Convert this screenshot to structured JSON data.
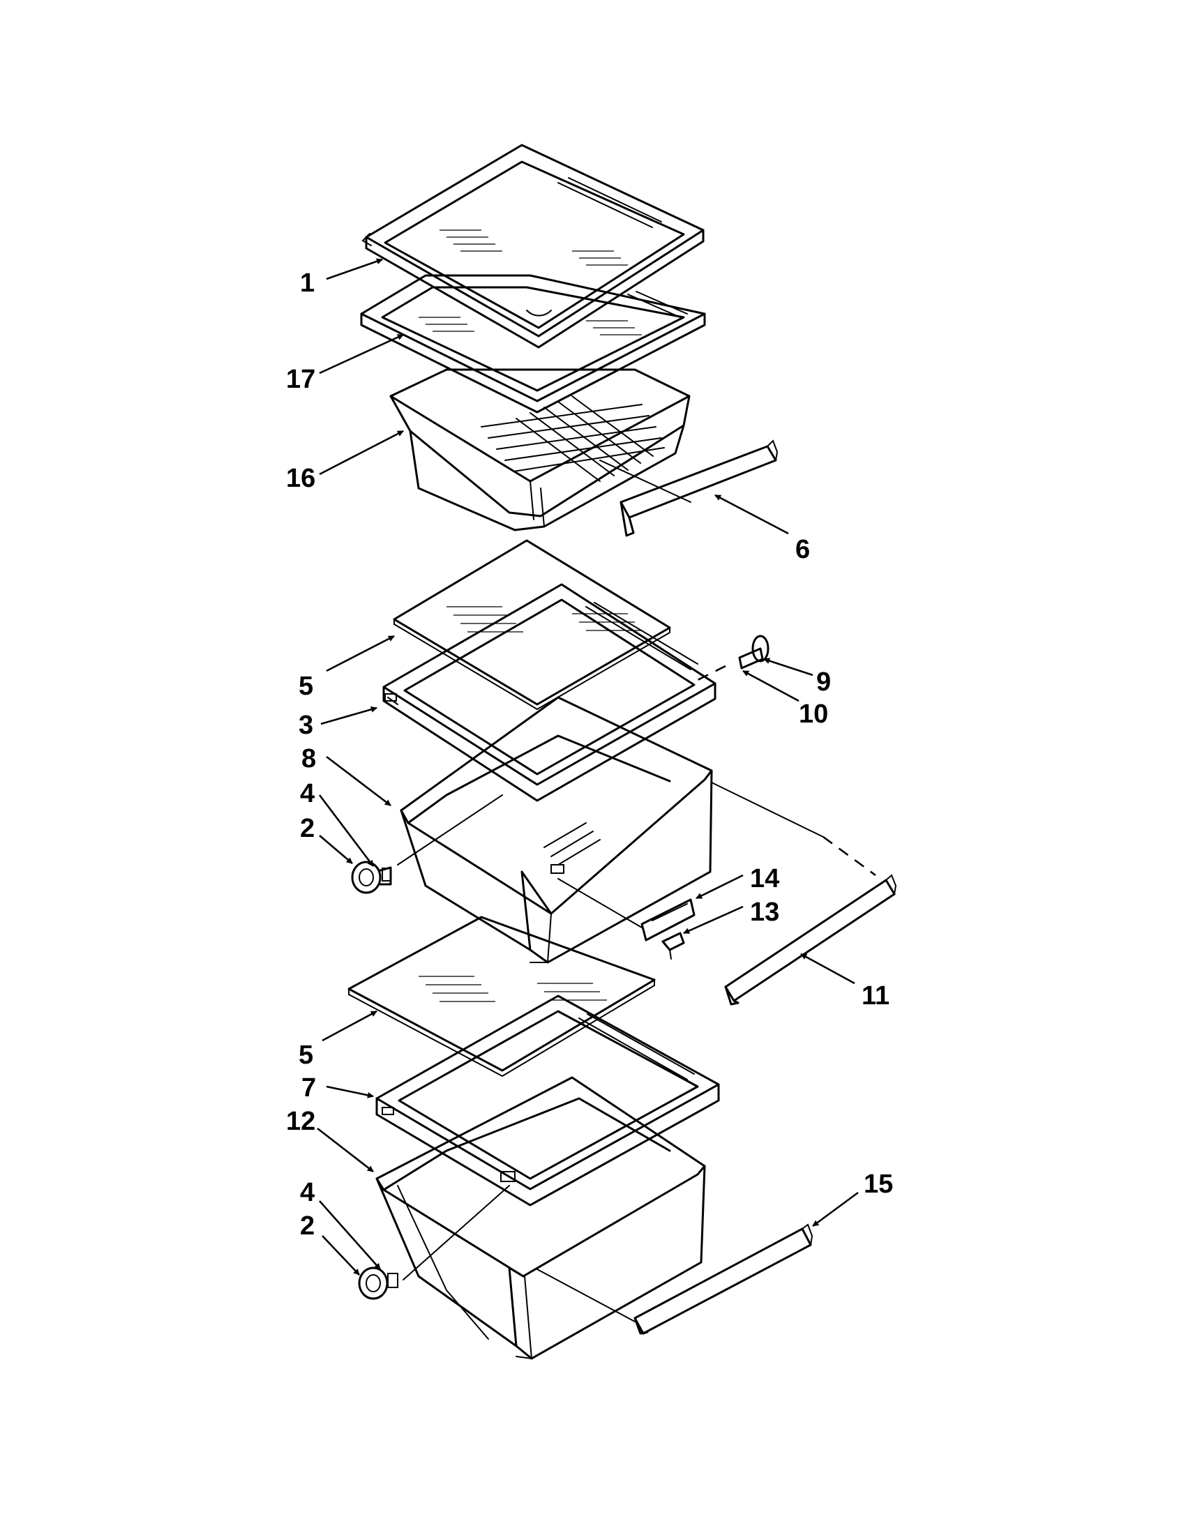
{
  "diagram": {
    "callouts": [
      {
        "id": "callout-1",
        "label": "1"
      },
      {
        "id": "callout-17",
        "label": "17"
      },
      {
        "id": "callout-16",
        "label": "16"
      },
      {
        "id": "callout-6",
        "label": "6"
      },
      {
        "id": "callout-5-upper",
        "label": "5"
      },
      {
        "id": "callout-9",
        "label": "9"
      },
      {
        "id": "callout-10",
        "label": "10"
      },
      {
        "id": "callout-3",
        "label": "3"
      },
      {
        "id": "callout-8",
        "label": "8"
      },
      {
        "id": "callout-4-upper",
        "label": "4"
      },
      {
        "id": "callout-2-upper",
        "label": "2"
      },
      {
        "id": "callout-14",
        "label": "14"
      },
      {
        "id": "callout-13",
        "label": "13"
      },
      {
        "id": "callout-11",
        "label": "11"
      },
      {
        "id": "callout-5-lower",
        "label": "5"
      },
      {
        "id": "callout-7",
        "label": "7"
      },
      {
        "id": "callout-12",
        "label": "12"
      },
      {
        "id": "callout-15",
        "label": "15"
      },
      {
        "id": "callout-4-lower",
        "label": "4"
      },
      {
        "id": "callout-2-lower",
        "label": "2"
      }
    ]
  }
}
